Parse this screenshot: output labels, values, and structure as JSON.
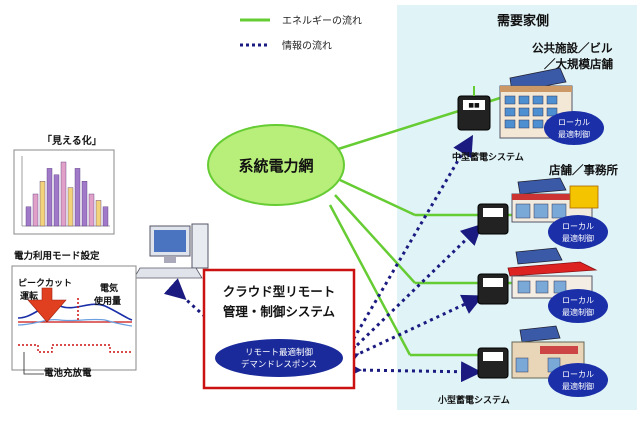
{
  "legend": {
    "energy_flow": "エネルギーの流れ",
    "info_flow": "情報の流れ"
  },
  "demand_side": {
    "title": "需要家側",
    "public_facility": "公共施設／ビル",
    "large_store": "／大規模店舗",
    "shop_office": "店舗／事務所",
    "medium_storage": "中型蓄電システム",
    "small_storage": "小型蓄電システム",
    "local_control": [
      "ローカル",
      "最適制御"
    ]
  },
  "grid": {
    "label": "系統電力網"
  },
  "cloud": {
    "line1": "クラウド型リモート",
    "line2": "管理・制御システム",
    "oval_line1": "リモート最適制御",
    "oval_line2": "デマンドレスポンス"
  },
  "left": {
    "visualize": "「見える化」",
    "power_mode": "電力利用モード設定",
    "peak_cut": "ピークカット",
    "operation": "運転",
    "electric": "電気",
    "usage": "使用量",
    "charge_discharge": "電池充放電"
  },
  "bar_chart": {
    "values": [
      3,
      5,
      7,
      9,
      8,
      10,
      6,
      9,
      7,
      5,
      4,
      3
    ]
  },
  "colors": {
    "energy_green": "#66cc33",
    "info_navy": "#1a1a80",
    "grid_fill": "#b8ee7a",
    "cloud_border": "#cc1111",
    "demand_bg": "#e0f3f7",
    "local_oval": "#1a2fa8",
    "oval_navy": "#1a2a9a"
  }
}
